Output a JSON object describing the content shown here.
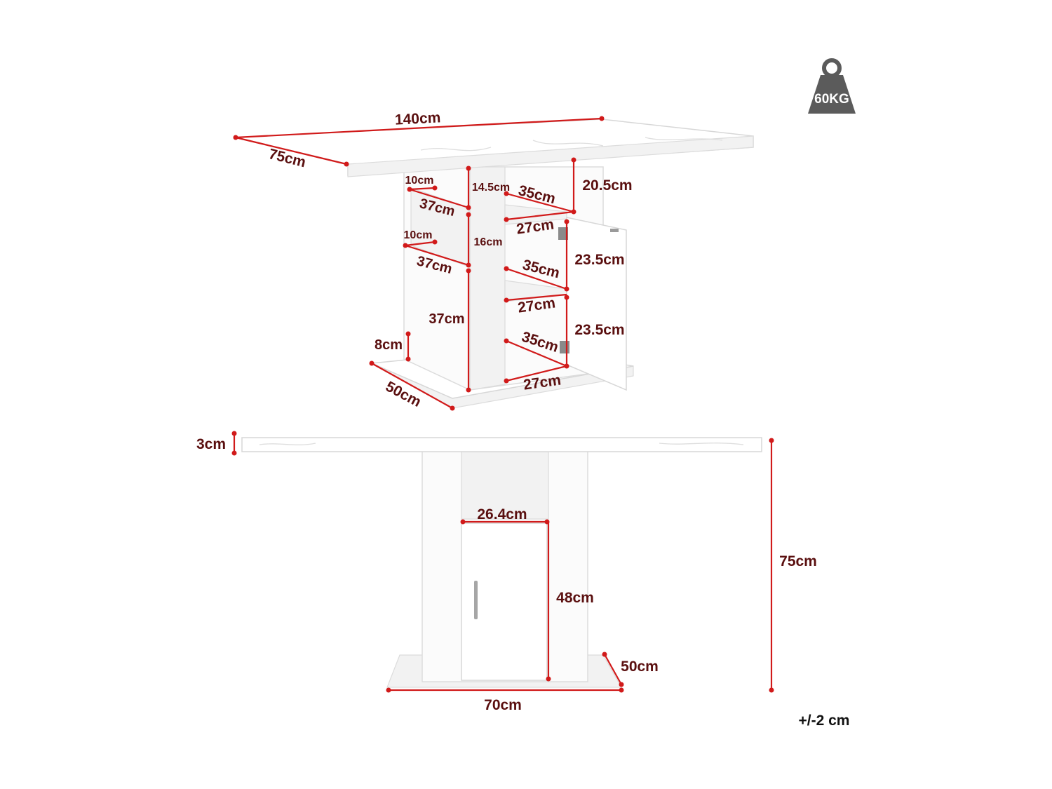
{
  "capacity": {
    "label": "60KG",
    "icon": "weight-icon"
  },
  "tolerance": "+/-2 cm",
  "colors": {
    "dimension_line": "#d11a1a",
    "label_text": "#5a0f0f",
    "weight_icon": "#5b5b5b"
  },
  "perspective_view": {
    "dims": {
      "top_length": "140cm",
      "top_depth": "75cm",
      "side_slot_top_depth": "10cm",
      "side_slot_top_width": "37cm",
      "side_slot_top_height": "14.5cm",
      "side_slot_mid_depth": "10cm",
      "side_slot_mid_width": "37cm",
      "side_slot_mid_height": "16cm",
      "side_lower_height": "37cm",
      "plinth_height": "8cm",
      "base_depth": "50cm",
      "shelf_top_depth": "35cm",
      "shelf_top_width": "27cm",
      "shelf_top_height": "20.5cm",
      "shelf_mid_depth": "35cm",
      "shelf_mid_width": "27cm",
      "shelf_mid_height": "23.5cm",
      "shelf_low_depth": "35cm",
      "shelf_low_width": "27cm",
      "shelf_low_height": "23.5cm"
    }
  },
  "front_view": {
    "dims": {
      "top_thickness": "3cm",
      "opening_width": "26.4cm",
      "door_height": "48cm",
      "total_height": "75cm",
      "base_depth": "50cm",
      "base_width": "70cm"
    }
  }
}
